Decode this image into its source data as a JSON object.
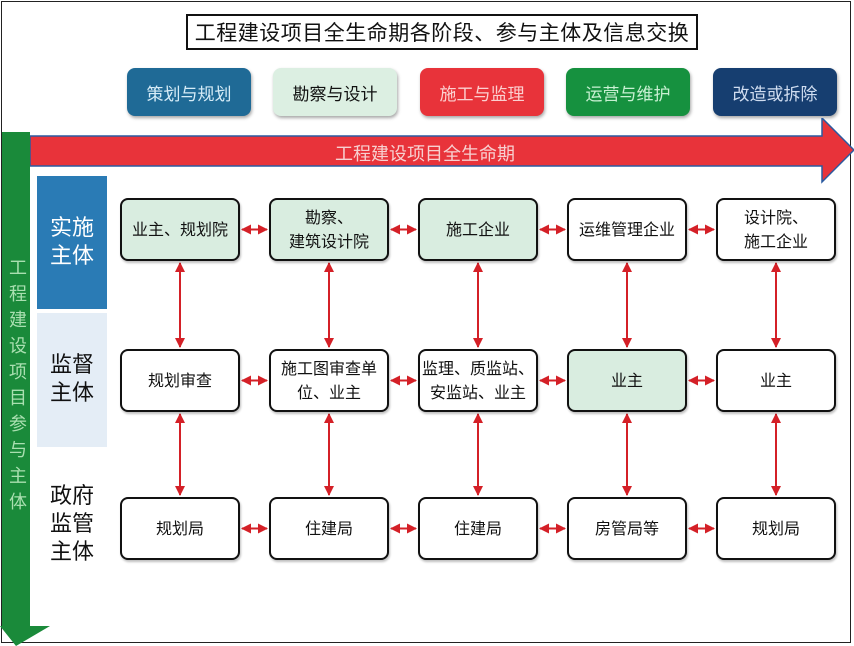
{
  "title": "工程建设项目全生命期各阶段、参与主体及信息交换",
  "phases": [
    {
      "label": "策划与规划",
      "bg": "#1f6a96",
      "fg": "#d6ecf7"
    },
    {
      "label": "勘察与设计",
      "bg": "#dcefe2",
      "fg": "#111111"
    },
    {
      "label": "施工与监理",
      "bg": "#e8333a",
      "fg": "#fbd0d0"
    },
    {
      "label": "运营与维护",
      "bg": "#16913f",
      "fg": "#c8f0d2"
    },
    {
      "label": "改造或拆除",
      "bg": "#163e70",
      "fg": "#d0ddf0"
    }
  ],
  "lifecycle_arrow": {
    "label": "工程建设项目全生命期",
    "color": "#e8333a"
  },
  "participants_arrow": {
    "label": "工程建设项目参与主体",
    "color": "#1a8a3a"
  },
  "rows": [
    {
      "label": "实施主体",
      "label_lines": [
        "实施",
        "主体"
      ],
      "nodes": [
        {
          "lines": [
            "业主、规划院"
          ],
          "style": "green"
        },
        {
          "lines": [
            "勘察、",
            "建筑设计院"
          ],
          "style": "green"
        },
        {
          "lines": [
            "施工企业"
          ],
          "style": "green"
        },
        {
          "lines": [
            "运维管理企业"
          ],
          "style": "white"
        },
        {
          "lines": [
            "设计院、",
            "施工企业"
          ],
          "style": "white"
        }
      ]
    },
    {
      "label": "监督主体",
      "label_lines": [
        "监督",
        "主体"
      ],
      "nodes": [
        {
          "lines": [
            "规划审查"
          ],
          "style": "white"
        },
        {
          "lines": [
            "施工图审查单",
            "位、业主"
          ],
          "style": "white"
        },
        {
          "lines": [
            "监理、质监站、",
            "安监站、业主"
          ],
          "style": "white"
        },
        {
          "lines": [
            "业主"
          ],
          "style": "green"
        },
        {
          "lines": [
            "业主"
          ],
          "style": "white"
        }
      ]
    },
    {
      "label": "政府监管主体",
      "label_lines": [
        "政府",
        "监管",
        "主体"
      ],
      "nodes": [
        {
          "lines": [
            "规划局"
          ],
          "style": "white"
        },
        {
          "lines": [
            "住建局"
          ],
          "style": "white"
        },
        {
          "lines": [
            "住建局"
          ],
          "style": "white"
        },
        {
          "lines": [
            "房管局等"
          ],
          "style": "white"
        },
        {
          "lines": [
            "规划局"
          ],
          "style": "white"
        }
      ]
    }
  ],
  "connector_color": "#d42027"
}
